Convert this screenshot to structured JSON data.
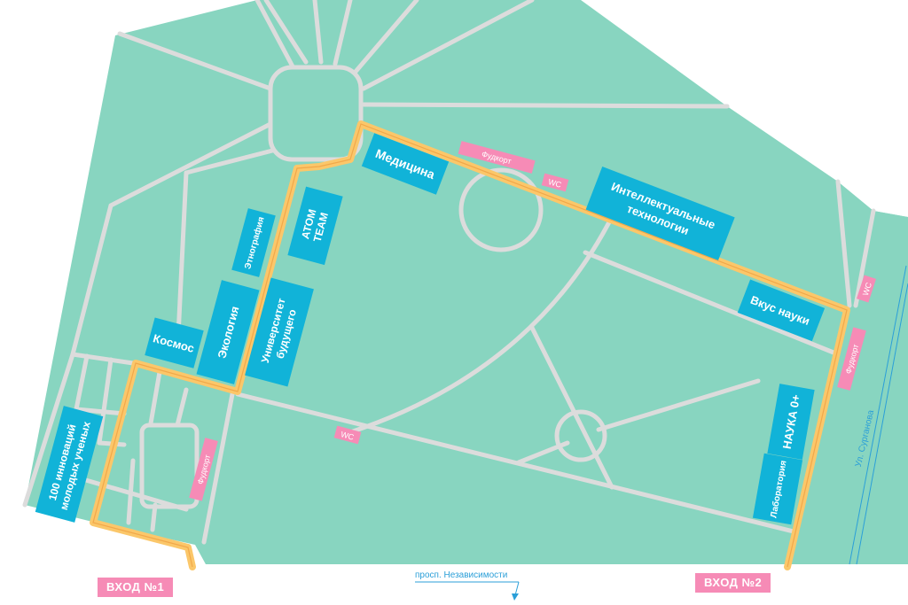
{
  "map": {
    "colors": {
      "park": "#88d5c0",
      "path": "#dcdcdc",
      "route": "#fbc76a",
      "pavilion": "#11b3d8",
      "tag": "#f68bb6",
      "street": "#2b9fd8"
    },
    "pavilions": {
      "medicine": "Медицина",
      "it_line1": "Интеллектуальные",
      "it_line2": "технологии",
      "taste": "Вкус науки",
      "atom_line1": "ATOM",
      "atom_line2": "TEAM",
      "ethno": "Этнография",
      "ecology": "Экология",
      "univ_line1": "Университет",
      "univ_line2": "будущего",
      "space": "Космос",
      "innov_line1": "100 инноваций",
      "innov_line2": "молодых ученых",
      "nauka": "НАУКА 0+",
      "lab": "Лаборатория"
    },
    "tags": {
      "food_top": "Фудкорт",
      "wc_top": "WC",
      "wc_right": "WC",
      "food_right": "Фудкорт",
      "wc_mid": "WC",
      "food_left": "Фудкорт"
    },
    "streets": {
      "surganova": "Ул. Сурганова",
      "nezavisimosti": "просп. Независимости"
    },
    "entrances": {
      "first": "ВХОД №1",
      "second": "ВХОД №2"
    }
  }
}
